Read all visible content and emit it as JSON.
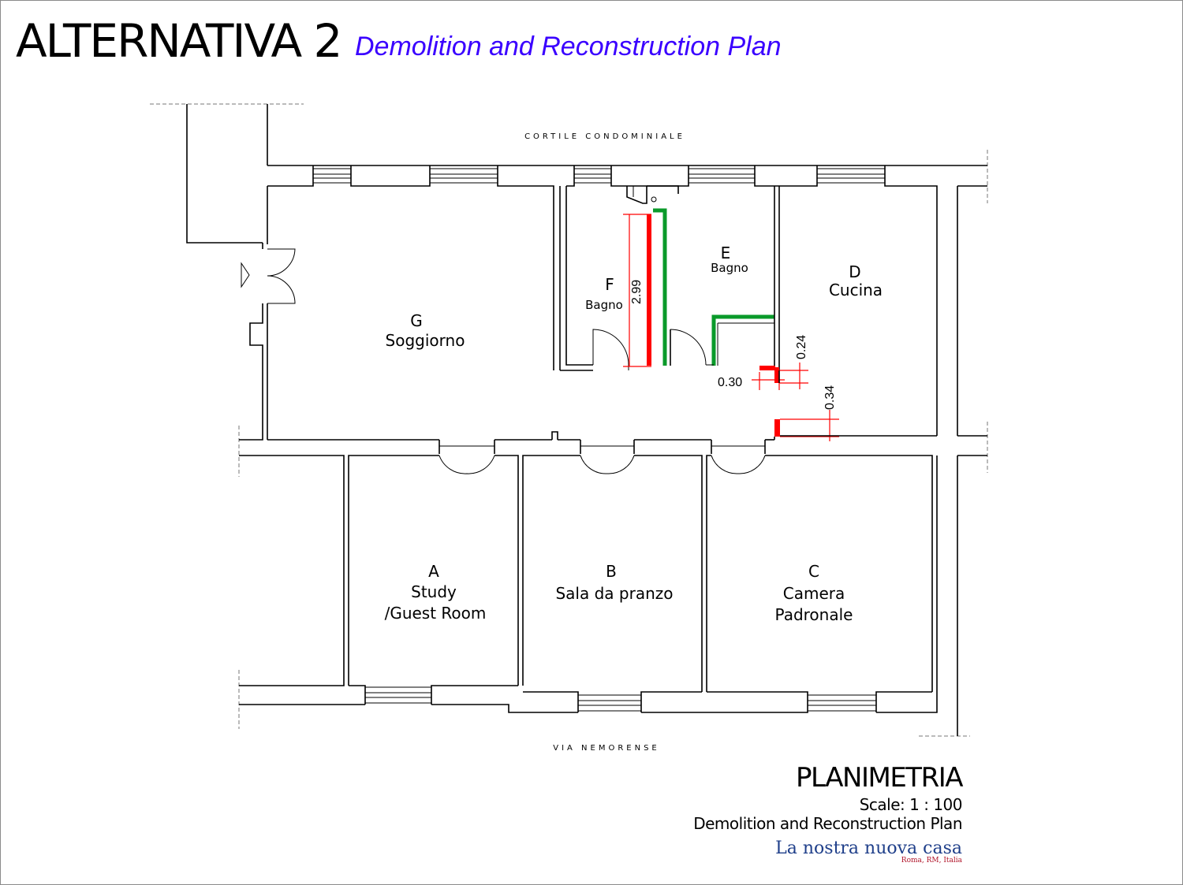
{
  "title": {
    "main": "ALTERNATIVA 2",
    "subtitle": "Demolition and Reconstruction Plan"
  },
  "streets": {
    "top": "CORTILE CONDOMINIALE",
    "bottom": "VIA NEMORENSE"
  },
  "rooms": {
    "g": {
      "letter": "G",
      "name": "Soggiorno"
    },
    "f": {
      "letter": "F",
      "name": "Bagno"
    },
    "e": {
      "letter": "E",
      "name": "Bagno"
    },
    "d": {
      "letter": "D",
      "name": "Cucina"
    },
    "a": {
      "letter": "A",
      "name_line1": "Study",
      "name_line2": "/Guest Room"
    },
    "b": {
      "letter": "B",
      "name": "Sala da pranzo"
    },
    "c": {
      "letter": "C",
      "name_line1": "Camera",
      "name_line2": "Padronale"
    }
  },
  "dimensions": {
    "d1": "2.99",
    "d2": "0.24",
    "d3": "0.30",
    "d4": "0.34"
  },
  "legend": {
    "title": "PLANIMETRIA",
    "scale": "Scale: 1 : 100",
    "description": "Demolition and Reconstruction Plan",
    "brand": "La nostra nuova casa",
    "location": "Roma, RM, Italia"
  },
  "colors": {
    "subtitle": "#3a00ff",
    "demolition": "#ff0000",
    "construction": "#0a9a2a",
    "brand": "#1f3f8a",
    "brand_location": "#b0142a"
  }
}
